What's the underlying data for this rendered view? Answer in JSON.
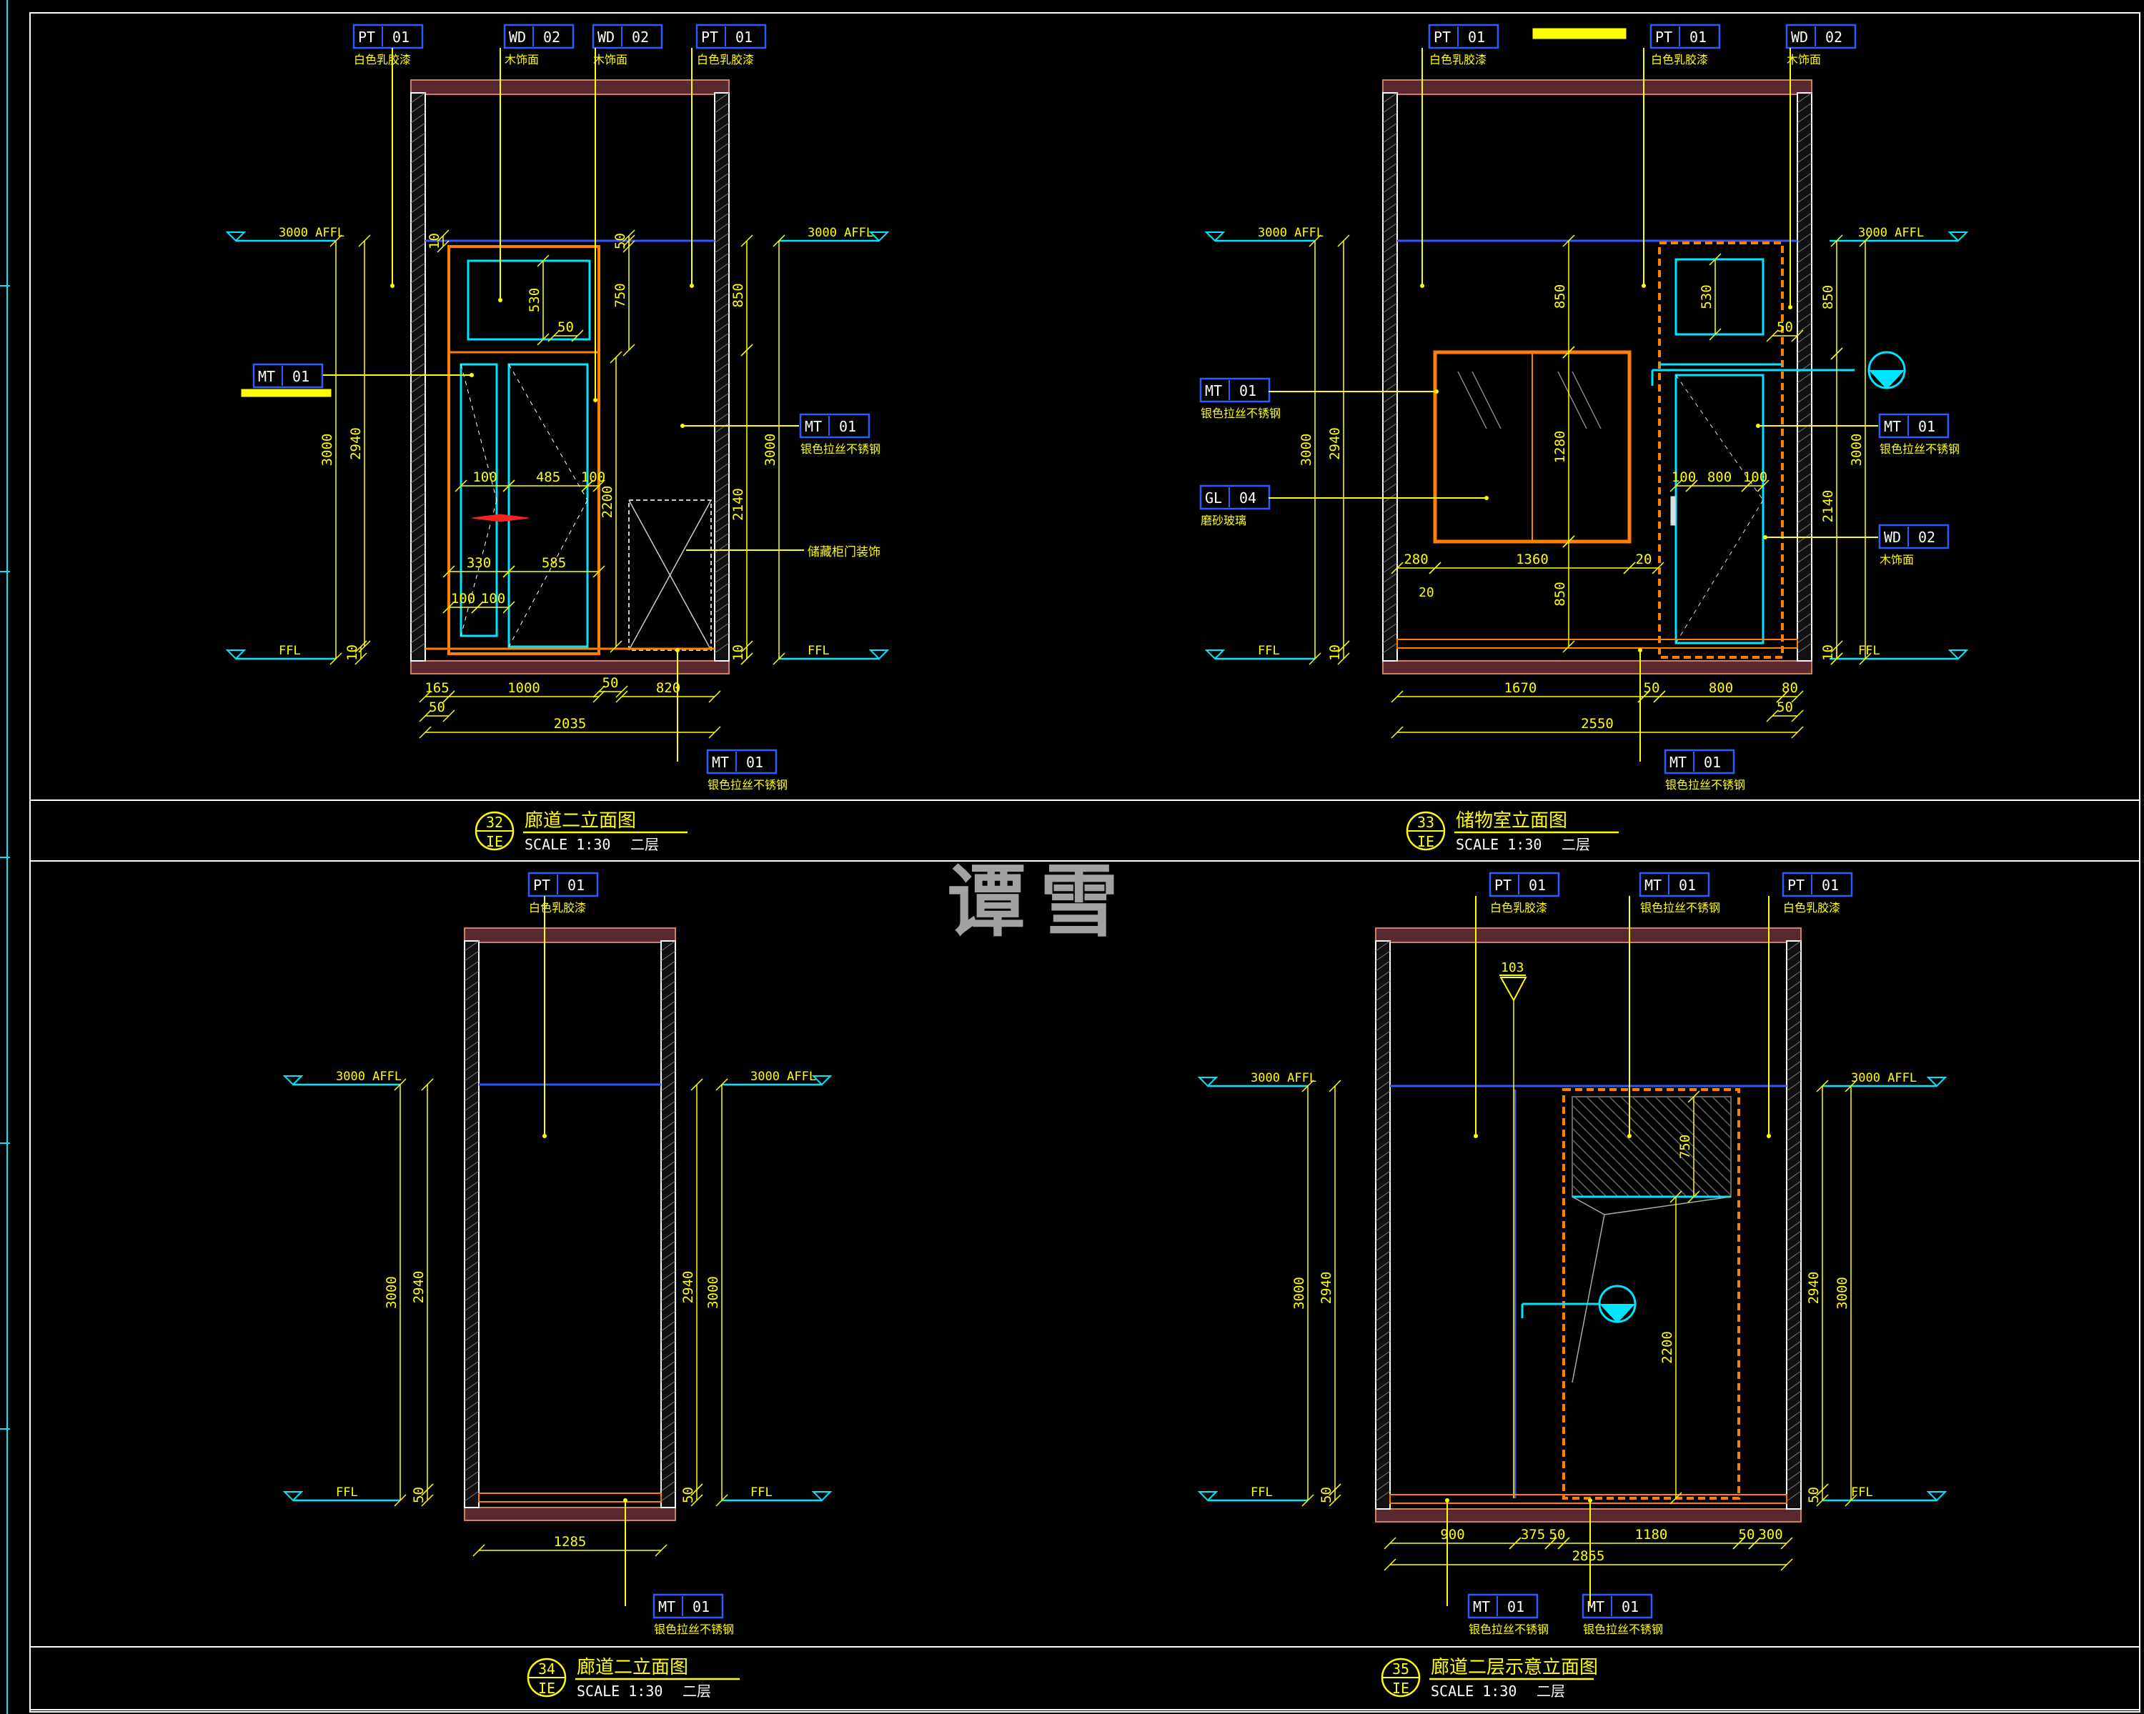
{
  "watermark": "谭雪",
  "views": [
    {
      "id": "v1",
      "title": "廊道二立面图",
      "number": "32",
      "sheet": "IE",
      "scale": "SCALE 1:30",
      "floor": "二层",
      "tags_top": [
        {
          "code": "PT",
          "num": "01",
          "desc": "白色乳胶漆"
        },
        {
          "code": "WD",
          "num": "02",
          "desc": "木饰面"
        },
        {
          "code": "WD",
          "num": "02",
          "desc": "木饰面"
        },
        {
          "code": "PT",
          "num": "01",
          "desc": "白色乳胶漆"
        }
      ],
      "tags_side": [
        {
          "code": "MT",
          "num": "01",
          "desc": ""
        },
        {
          "code": "MT",
          "num": "01",
          "desc": "银色拉丝不锈钢"
        }
      ],
      "tag_bottom": {
        "code": "MT",
        "num": "01",
        "desc": "银色拉丝不锈钢"
      },
      "note": "储藏柜门装饰",
      "levels": {
        "ceiling_left": "3000 AFFL",
        "ceiling_right": "3000 AFFL",
        "floor_left": "FFL",
        "floor_right": "FFL"
      },
      "dims": [
        "3000",
        "2940",
        "3000",
        "2140",
        "850",
        "750",
        "530",
        "2200",
        "100",
        "485",
        "100",
        "330",
        "585",
        "100",
        "100",
        "50",
        "50",
        "50",
        "165",
        "1000",
        "820",
        "50",
        "2035",
        "10",
        "10",
        "10"
      ]
    },
    {
      "id": "v2",
      "title": "储物室立面图",
      "number": "33",
      "sheet": "IE",
      "scale": "SCALE 1:30",
      "floor": "二层",
      "tags_top": [
        {
          "code": "PT",
          "num": "01",
          "desc": "白色乳胶漆"
        },
        {
          "code": "PT",
          "num": "01",
          "desc": "白色乳胶漆"
        },
        {
          "code": "WD",
          "num": "02",
          "desc": "木饰面"
        }
      ],
      "tags_side": [
        {
          "code": "MT",
          "num": "01",
          "desc": "银色拉丝不锈钢"
        },
        {
          "code": "GL",
          "num": "04",
          "desc": "磨砂玻璃"
        },
        {
          "code": "MT",
          "num": "01",
          "desc": "银色拉丝不锈钢"
        },
        {
          "code": "WD",
          "num": "02",
          "desc": "木饰面"
        }
      ],
      "tag_bottom": {
        "code": "MT",
        "num": "01",
        "desc": "银色拉丝不锈钢"
      },
      "levels": {
        "ceiling_left": "3000 AFFL",
        "ceiling_right": "3000 AFFL",
        "floor_left": "FFL",
        "floor_right": "FFL"
      },
      "dims": [
        "3000",
        "2940",
        "3000",
        "2140",
        "850",
        "850",
        "1280",
        "850",
        "530",
        "100",
        "800",
        "100",
        "280",
        "1360",
        "20",
        "20",
        "50",
        "50",
        "1670",
        "50",
        "800",
        "80",
        "2550",
        "10",
        "10"
      ]
    },
    {
      "id": "v3",
      "title": "廊道二立面图",
      "number": "34",
      "sheet": "IE",
      "scale": "SCALE 1:30",
      "floor": "二层",
      "tags_top": [
        {
          "code": "PT",
          "num": "01",
          "desc": "白色乳胶漆"
        }
      ],
      "tag_bottom": {
        "code": "MT",
        "num": "01",
        "desc": "银色拉丝不锈钢"
      },
      "levels": {
        "ceiling_left": "3000 AFFL",
        "ceiling_right": "3000 AFFL",
        "floor_left": "FFL",
        "floor_right": "FFL"
      },
      "dims": [
        "3000",
        "2940",
        "2940",
        "3000",
        "1285",
        "50",
        "50"
      ]
    },
    {
      "id": "v4",
      "title": "廊道二层示意立面图",
      "number": "35",
      "sheet": "IE",
      "scale": "SCALE 1:30",
      "floor": "二层",
      "tags_top": [
        {
          "code": "PT",
          "num": "01",
          "desc": "白色乳胶漆"
        },
        {
          "code": "MT",
          "num": "01",
          "desc": "银色拉丝不锈钢"
        },
        {
          "code": "PT",
          "num": "01",
          "desc": "白色乳胶漆"
        }
      ],
      "tags_bottom": [
        {
          "code": "MT",
          "num": "01",
          "desc": "银色拉丝不锈钢"
        },
        {
          "code": "MT",
          "num": "01",
          "desc": "银色拉丝不锈钢"
        }
      ],
      "ceiling_tag": "103",
      "levels": {
        "ceiling_left": "3000 AFFL",
        "ceiling_right": "3000 AFFL",
        "floor_left": "FFL",
        "floor_right": "FFL"
      },
      "dims": [
        "3000",
        "2940",
        "2940",
        "3000",
        "750",
        "2200",
        "900",
        "375",
        "50",
        "1180",
        "50",
        "300",
        "2855",
        "50",
        "50"
      ]
    }
  ],
  "colors": {
    "yellow": "#ffff00",
    "cyan": "#00e5ff",
    "orange": "#ff8000",
    "maroon": "#5a2830",
    "white": "#ffffff",
    "blue": "#3355ff",
    "red": "#ff2020"
  }
}
